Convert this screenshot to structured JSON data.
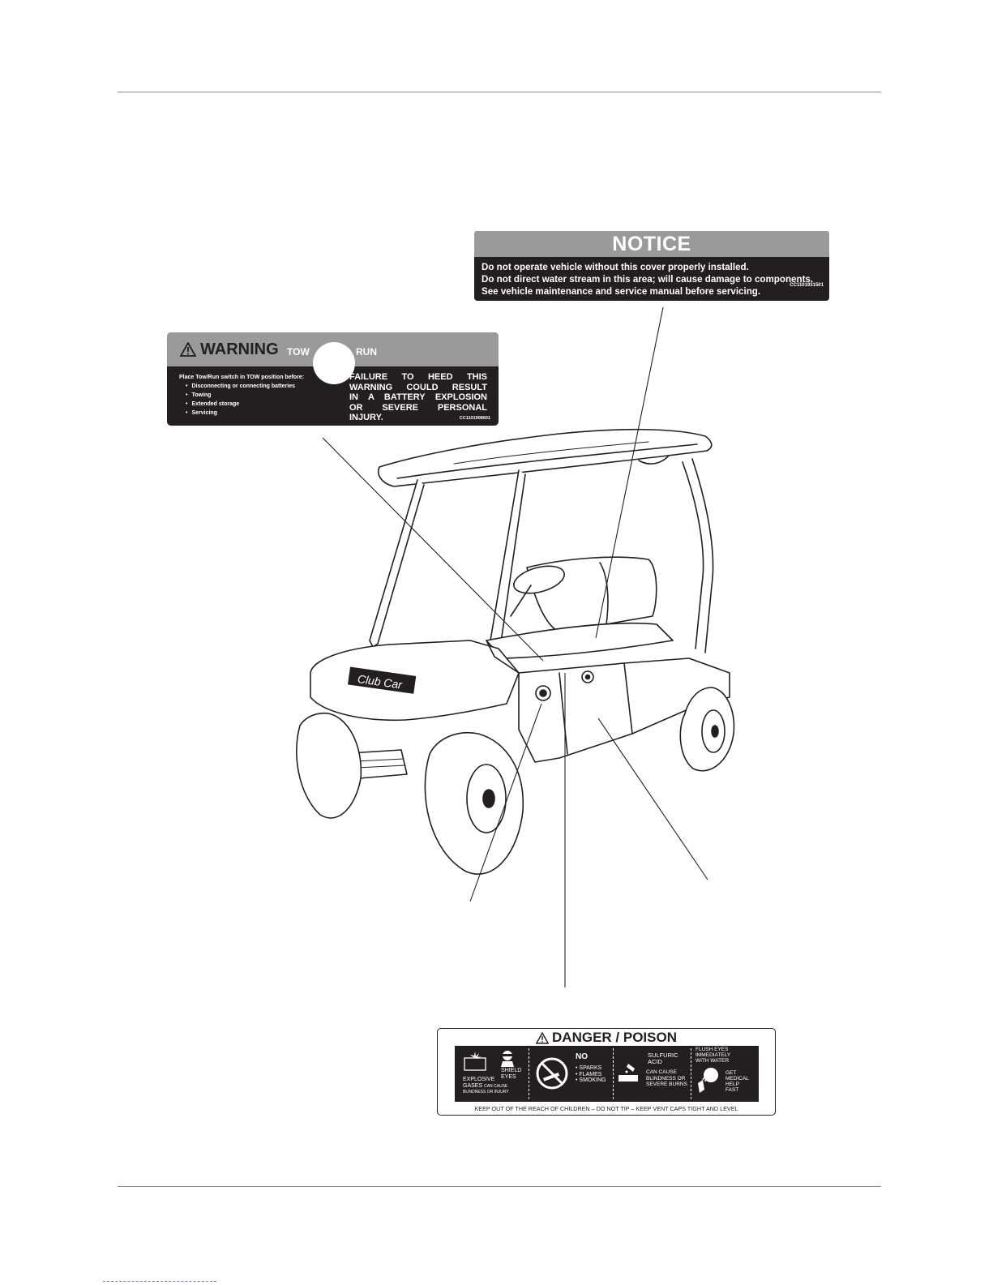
{
  "notice_label": {
    "title": "NOTICE",
    "lines": [
      "Do not operate vehicle without this cover properly installed.",
      "Do not direct water stream in this area; will cause damage to components.",
      "See vehicle maintenance and service manual before servicing."
    ],
    "code": "CC1101931501"
  },
  "warning_label": {
    "title": "WARNING",
    "tow": "TOW",
    "run": "RUN",
    "instruction": "Place Tow/Run switch in TOW position before:",
    "items": [
      "Disconnecting or connecting batteries",
      "Towing",
      "Extended storage",
      "Servicing"
    ],
    "failure_lines": [
      "FAILURE TO HEED THIS",
      "WARNING COULD RESULT",
      "IN A BATTERY EXPLOSION",
      "OR SEVERE PERSONAL",
      "INJURY."
    ],
    "code": "CC1101908601"
  },
  "cart": {
    "badge": "Club Car"
  },
  "danger_label": {
    "title": "DANGER / POISON",
    "explosive": [
      "EXPLOSIVE",
      "GASES"
    ],
    "explosive_small": [
      "CAN CAUSE",
      "BLINDNESS OR INJURY"
    ],
    "shield": [
      "SHIELD",
      "EYES"
    ],
    "no": "NO",
    "no_items": [
      "• SPARKS",
      "• FLAMES",
      "• SMOKING"
    ],
    "sulfuric": [
      "SULFURIC",
      "ACID"
    ],
    "sulfuric_small": [
      "CAN CAUSE",
      "BLINDNESS OR",
      "SEVERE BURNS"
    ],
    "flush": [
      "FLUSH EYES",
      "IMMEDIATELY",
      "WITH WATER"
    ],
    "help": [
      "GET",
      "MEDICAL",
      "HELP",
      "FAST"
    ],
    "footer": "KEEP OUT OF THE REACH OF CHILDREN – DO NOT TIP – KEEP VENT CAPS TIGHT AND LEVEL"
  },
  "colors": {
    "label_dark": "#231f20",
    "label_gray": "#9a9a9a",
    "rule": "#8c8c8c"
  }
}
